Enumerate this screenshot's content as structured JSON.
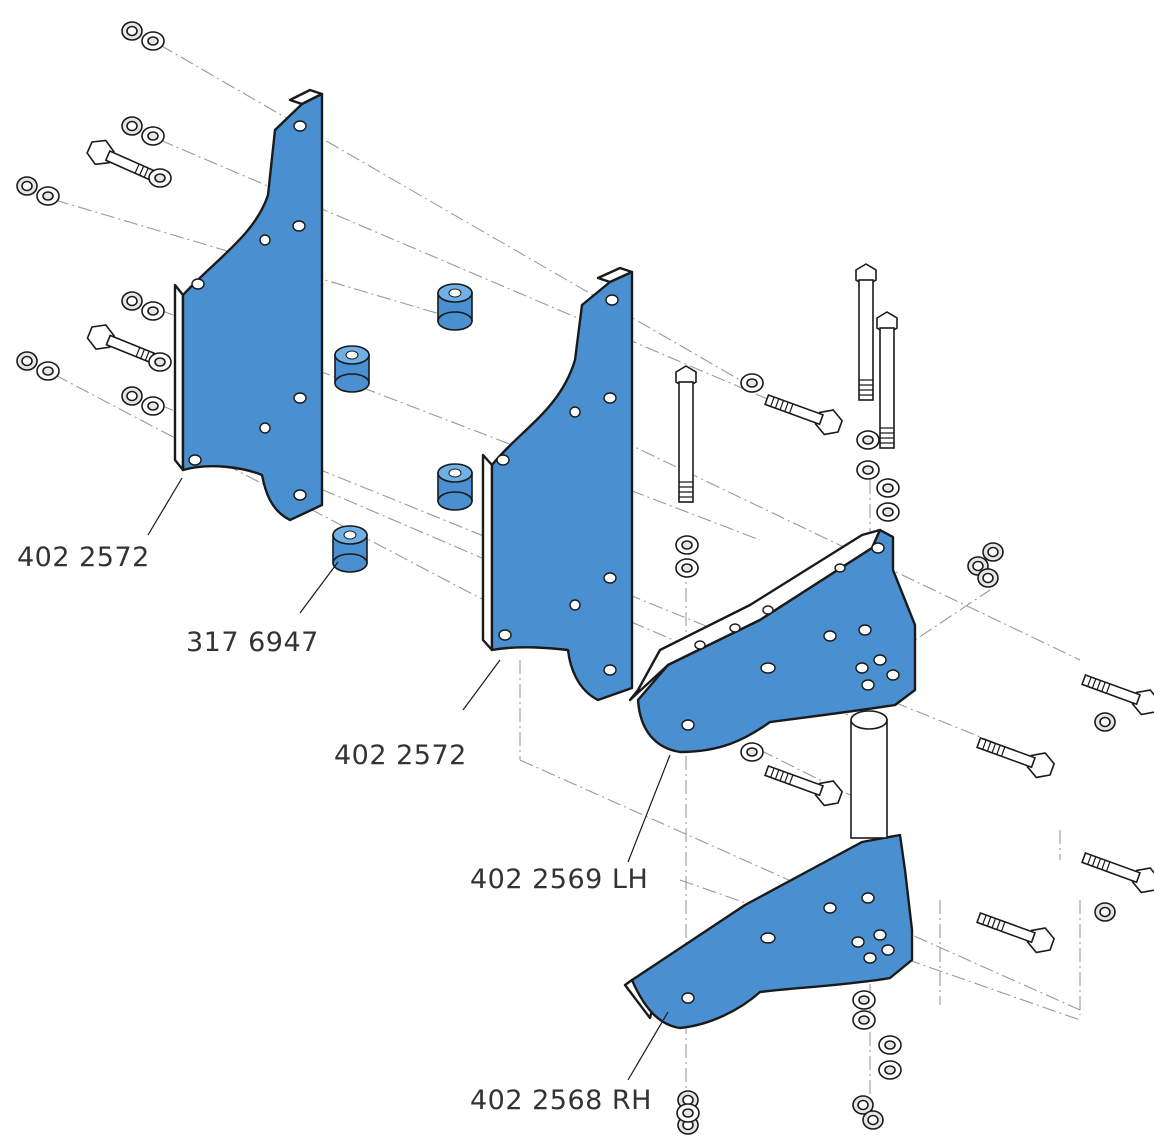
{
  "labels": {
    "plate_a": "402 2572",
    "spacer": "317 6947",
    "plate_b": "402 2572",
    "bracket_lh": "402 2569 LH",
    "bracket_rh": "402 2568 RH"
  },
  "colors": {
    "part_fill": "#4a90d0",
    "outline": "#1a1a1a",
    "label_text": "#333333"
  }
}
